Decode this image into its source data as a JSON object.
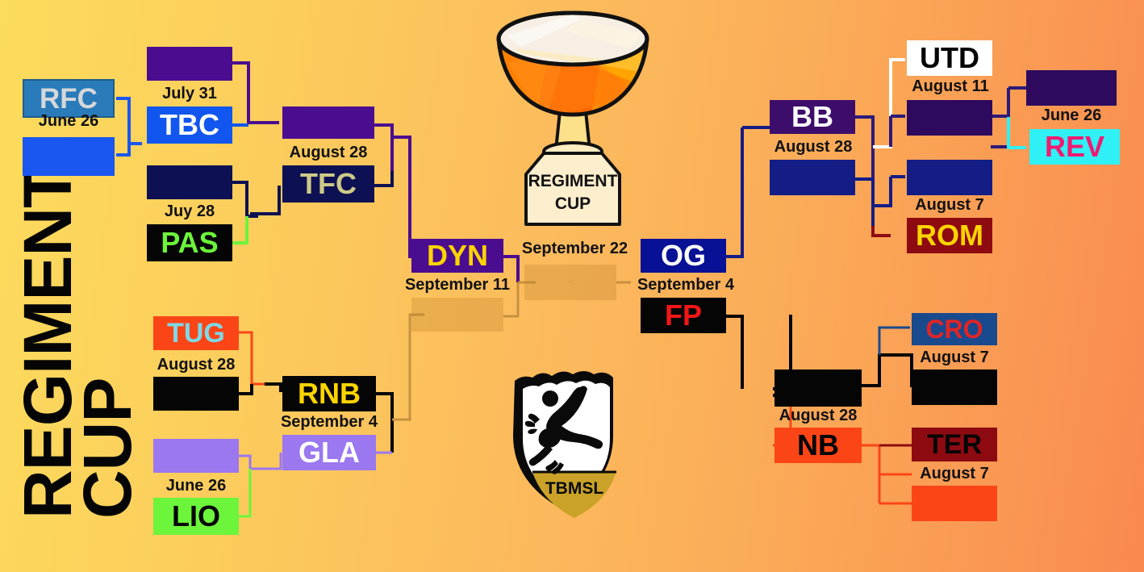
{
  "title": {
    "line1": "REGIMENT",
    "line2": "CUP"
  },
  "trophy": {
    "label_line1": "REGIMENT",
    "label_line2": "CUP"
  },
  "logo": {
    "text": "TBMSL"
  },
  "colors": {
    "bg_start": "#fcdc5c",
    "bg_end": "#f9894f",
    "purple": "#4b0d8f",
    "deep_purple": "#3d0d6b",
    "navy": "#0d1053",
    "royal_blue": "#1156ee",
    "steel_blue": "#2a7bb9",
    "og_navy": "#081095",
    "cyan": "#2ff0f5",
    "pink": "#f01a72",
    "green": "#6cf53a",
    "red_orange": "#fb4517",
    "maroon": "#8d0a11",
    "gold": "#ffd400",
    "black": "#000000",
    "faded": "rgba(190,130,40,0.30)"
  },
  "bracket": {
    "left_top": {
      "r1": {
        "date": "June 26",
        "teams": [
          {
            "abbr": "RFC",
            "bg": "#2a7bb9",
            "fg": "#d5d7da",
            "border": "#1e5d8f"
          },
          {
            "abbr": "",
            "bg": "#1a56f0",
            "fg": "#ffffff",
            "border": "#1a56f0"
          }
        ]
      },
      "r2_upper": {
        "date": "July 31",
        "teams": [
          {
            "abbr": "",
            "bg": "#4b0d8f",
            "fg": "#ffffff",
            "border": "#4b0d8f"
          },
          {
            "abbr": "TBC",
            "bg": "#1156ee",
            "fg": "#ffffff",
            "border": "#1156ee"
          }
        ]
      },
      "r2_lower": {
        "date": "Juy 28",
        "teams": [
          {
            "abbr": "",
            "bg": "#0d1053",
            "fg": "#ffffff",
            "border": "#0d1053"
          },
          {
            "abbr": "PAS",
            "bg": "#050505",
            "fg": "#6cf53a",
            "border": "#050505"
          }
        ]
      },
      "r3": {
        "date": "August 28",
        "teams": [
          {
            "abbr": "",
            "bg": "#4b0d8f",
            "fg": "#ffffff",
            "border": "#4b0d8f"
          },
          {
            "abbr": "TFC",
            "bg": "#0d1053",
            "fg": "#ccca86",
            "border": "#0d1053"
          }
        ]
      }
    },
    "left_bottom": {
      "r1_upper": {
        "date": "August 28",
        "teams": [
          {
            "abbr": "TUG",
            "bg": "#fb4517",
            "fg": "#7ed8e6",
            "border": "#fb4517"
          },
          {
            "abbr": "",
            "bg": "#050505",
            "fg": "#ffffff",
            "border": "#050505"
          }
        ]
      },
      "r1_lower": {
        "date": "June 26",
        "teams": [
          {
            "abbr": "",
            "bg": "#9b77f0",
            "fg": "#ffffff",
            "border": "#9b77f0"
          },
          {
            "abbr": "LIO",
            "bg": "#6cf53a",
            "fg": "#050505",
            "border": "#6cf53a"
          }
        ]
      },
      "r2": {
        "date": "September 4",
        "teams": [
          {
            "abbr": "RNB",
            "bg": "#050505",
            "fg": "#ffd400",
            "border": "#050505"
          },
          {
            "abbr": "GLA",
            "bg": "#9b77f0",
            "fg": "#ffffff",
            "border": "#9b77f0"
          }
        ]
      }
    },
    "center": {
      "semi_left": {
        "date": "September 11",
        "teams": [
          {
            "abbr": "DYN",
            "bg": "#4b0d8f",
            "fg": "#ffd400",
            "border": "#4b0d8f"
          },
          {
            "abbr": "",
            "bg": "rgba(190,130,40,0.30)",
            "fg": "#ffffff",
            "border": "transparent"
          }
        ]
      },
      "final": {
        "date": "September 22",
        "teams": [
          {
            "abbr": "",
            "bg": "rgba(190,130,40,0.30)",
            "fg": "#ffffff",
            "border": "transparent"
          },
          {
            "abbr": "",
            "bg": "rgba(190,130,40,0.30)",
            "fg": "#ffffff",
            "border": "transparent"
          }
        ]
      },
      "semi_right": {
        "date": "September 4",
        "teams": [
          {
            "abbr": "OG",
            "bg": "#081095",
            "fg": "#ffffff",
            "border": "#081095"
          },
          {
            "abbr": "FP",
            "bg": "#050505",
            "fg": "#f21616",
            "border": "#050505"
          }
        ]
      }
    },
    "right_top": {
      "r3": {
        "date": "August 28",
        "teams": [
          {
            "abbr": "BB",
            "bg": "#3d0d6b",
            "fg": "#ffffff",
            "border": "#3d0d6b"
          },
          {
            "abbr": "",
            "bg": "#141c86",
            "fg": "#ffffff",
            "border": "#141c86"
          }
        ]
      },
      "r2_upper": {
        "date": "August 11",
        "teams": [
          {
            "abbr": "UTD",
            "bg": "#ffffff",
            "fg": "#050505",
            "border": "#ffffff"
          },
          {
            "abbr": "",
            "bg": "#2d0a5e",
            "fg": "#ffffff",
            "border": "#2d0a5e"
          }
        ]
      },
      "r2_lower": {
        "date": "August 7",
        "teams": [
          {
            "abbr": "",
            "bg": "#141c86",
            "fg": "#ffffff",
            "border": "#141c86"
          },
          {
            "abbr": "ROM",
            "bg": "#8d0a11",
            "fg": "#ffd400",
            "border": "#8d0a11"
          }
        ]
      },
      "r1": {
        "date": "June 26",
        "teams": [
          {
            "abbr": "",
            "bg": "#2d0a5e",
            "fg": "#ffffff",
            "border": "#2d0a5e"
          },
          {
            "abbr": "REV",
            "bg": "#2ff0f5",
            "fg": "#f01a72",
            "border": "#2ff0f5"
          }
        ]
      }
    },
    "right_bottom": {
      "r3": {
        "date": "August 28",
        "teams": [
          {
            "abbr": "",
            "bg": "#050505",
            "fg": "#ffffff",
            "border": "#050505"
          },
          {
            "abbr": "NB",
            "bg": "#fb4517",
            "fg": "#050505",
            "border": "#fb4517"
          }
        ]
      },
      "r2_upper": {
        "date": "August 7",
        "teams": [
          {
            "abbr": "CRO",
            "bg": "#1a4a8e",
            "fg": "#e02525",
            "border": "#1a4a8e"
          },
          {
            "abbr": "",
            "bg": "#050505",
            "fg": "#ffffff",
            "border": "#050505"
          }
        ]
      },
      "r2_lower": {
        "date": "August 7",
        "teams": [
          {
            "abbr": "TER",
            "bg": "#8d0a11",
            "fg": "#050505",
            "border": "#8d0a11"
          },
          {
            "abbr": "",
            "bg": "#fb4517",
            "fg": "#050505",
            "border": "#fb4517"
          }
        ]
      }
    }
  }
}
